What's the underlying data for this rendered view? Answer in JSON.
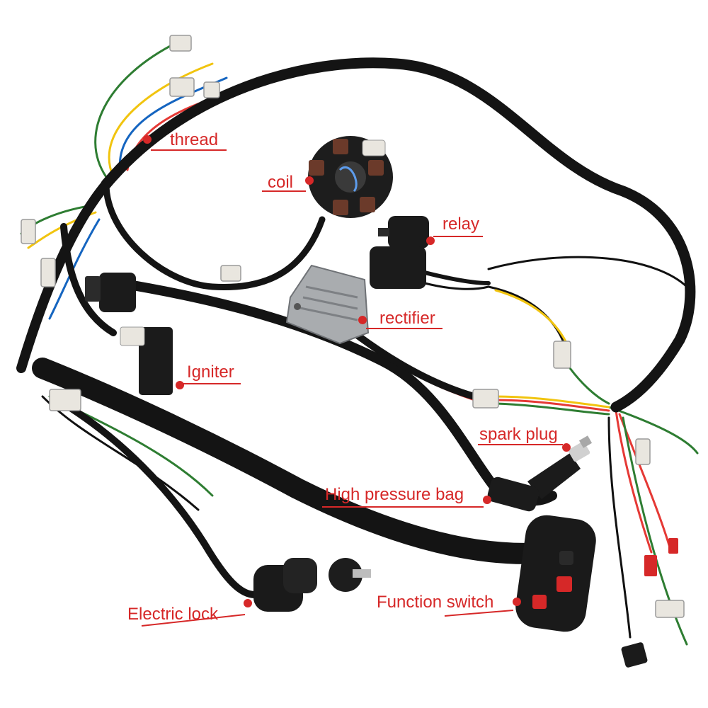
{
  "labels": {
    "thread": "thread",
    "coil": "coil",
    "relay": "relay",
    "rectifier": "rectifier",
    "igniter": "Igniter",
    "spark_plug": "spark plug",
    "high_pressure_bag": "High pressure bag",
    "function_switch": "Function switch",
    "electric_lock": "Electric lock"
  },
  "colors": {
    "label_red": "#d62828",
    "harness_black": "#141414",
    "connector_white": "#e9e6df",
    "rectifier_silver": "#a9acaf"
  }
}
